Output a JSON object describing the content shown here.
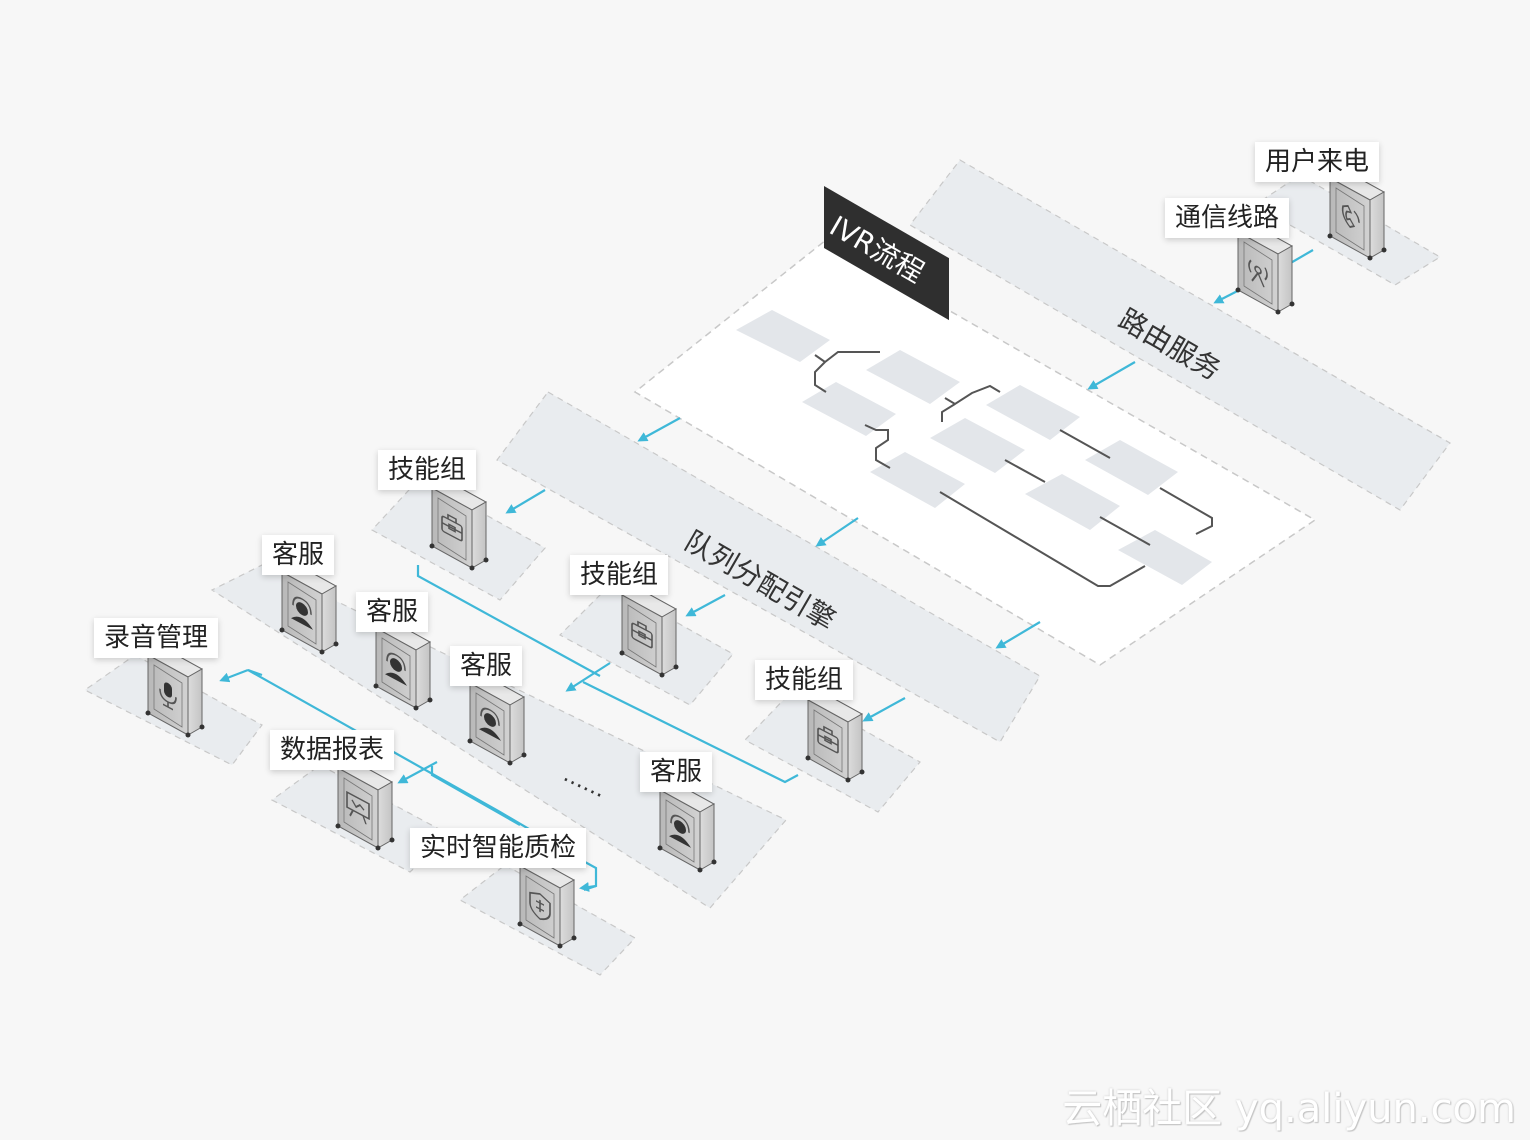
{
  "diagram": {
    "ivr_tag": "IVR流程",
    "routing_service": "路由服务",
    "queue_engine": "队列分配引擎",
    "nodes": {
      "user_call": "用户来电",
      "comm_line": "通信线路",
      "skill_group_1": "技能组",
      "skill_group_2": "技能组",
      "skill_group_3": "技能组",
      "agent_1": "客服",
      "agent_2": "客服",
      "agent_3": "客服",
      "agent_4": "客服",
      "ellipsis": "……",
      "recording": "录音管理",
      "reports": "数据报表",
      "quality": "实时智能质检"
    }
  },
  "watermark": "云栖社区 yq.aliyun.com",
  "colors": {
    "background": "#f7f7f7",
    "panel": "#e9ecef",
    "panel_border": "#c8c8c8",
    "flow_arrow": "#3fb8d8",
    "ivr_tag_bg": "#2f2f2f",
    "flow_line": "#555555"
  },
  "icons": [
    "phone-icon",
    "antenna-icon",
    "briefcase-icon",
    "headset-agent-icon",
    "microphone-icon",
    "presentation-icon",
    "quality-shield-icon"
  ]
}
